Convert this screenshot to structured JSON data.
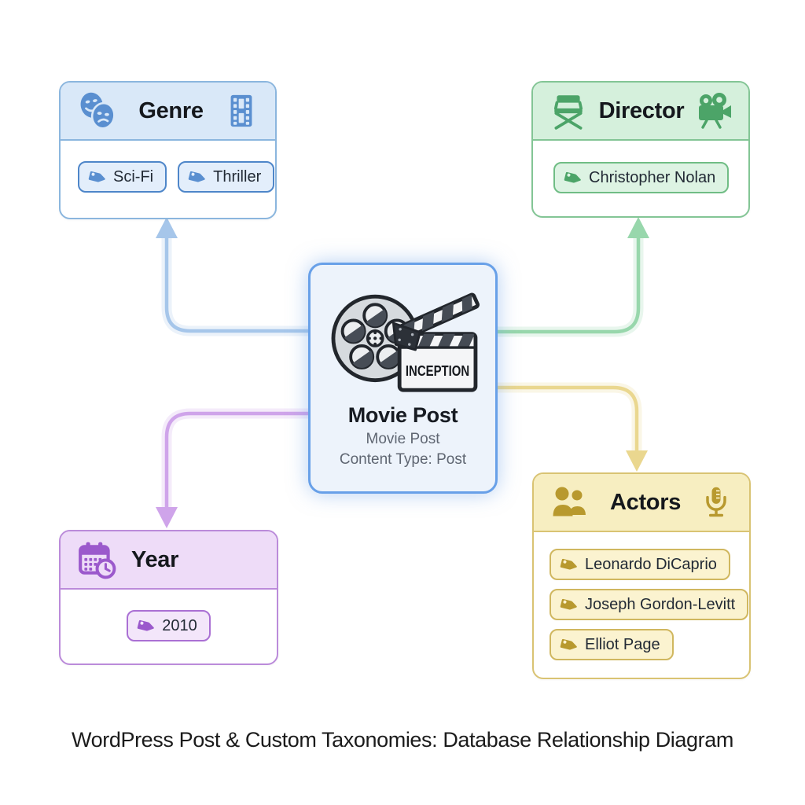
{
  "caption": "WordPress Post & Custom Taxonomies: Database Relationship Diagram",
  "center_node": {
    "title": "Movie Post",
    "subtitle": "Movie Post",
    "meta": "Content Type: Post",
    "clapper_label": "INCEPTION",
    "icon": "film-reel-clapperboard-icon",
    "theme": {
      "bg": "#edf3fb",
      "border": "#68a0e8",
      "glow": "rgba(110,162,232,0.5)"
    }
  },
  "taxonomies": [
    {
      "id": "genre",
      "label": "Genre",
      "icon_left": "theater-masks-icon",
      "icon_right": "film-strip-icon",
      "term_icon": "tag-icon",
      "terms": [
        "Sci-Fi",
        "Thriller"
      ],
      "theme": {
        "header_bg": "#d9e8f8",
        "border": "#8bb6de",
        "accent": "#5a8fd0",
        "term_bg": "#e3eefb",
        "term_border": "#4e86c9",
        "arrow": "#a6c6ea"
      }
    },
    {
      "id": "director",
      "label": "Director",
      "icon_left": "directors-chair-icon",
      "icon_right": "movie-camera-icon",
      "term_icon": "tag-icon",
      "terms": [
        "Christopher Nolan"
      ],
      "theme": {
        "header_bg": "#d5f0dc",
        "border": "#83c595",
        "accent": "#4ca468",
        "term_bg": "#ddf3e3",
        "term_border": "#70bd85",
        "arrow": "#98d7ac"
      }
    },
    {
      "id": "year",
      "label": "Year",
      "icon_left": "calendar-clock-icon",
      "icon_right": null,
      "term_icon": "tag-icon",
      "terms": [
        "2010"
      ],
      "theme": {
        "header_bg": "#eedcf8",
        "border": "#bb8bda",
        "accent": "#9b59cc",
        "term_bg": "#f3e6fa",
        "term_border": "#aa70d4",
        "arrow": "#cfa4ea"
      }
    },
    {
      "id": "actors",
      "label": "Actors",
      "icon_left": "people-icon",
      "icon_right": "microphone-icon",
      "term_icon": "tag-icon",
      "terms": [
        "Leonardo DiCaprio",
        "Joseph Gordon-Levitt",
        "Elliot Page"
      ],
      "theme": {
        "header_bg": "#f7eec1",
        "border": "#d9c373",
        "accent": "#b8992e",
        "term_bg": "#fbf3d0",
        "term_border": "#d0b75f",
        "arrow": "#ead78f"
      }
    }
  ],
  "connections": [
    {
      "from": "movie-post",
      "to": "genre",
      "color": "#a6c6ea"
    },
    {
      "from": "movie-post",
      "to": "director",
      "color": "#98d7ac"
    },
    {
      "from": "movie-post",
      "to": "year",
      "color": "#cfa4ea"
    },
    {
      "from": "movie-post",
      "to": "actors",
      "color": "#ead78f"
    }
  ]
}
